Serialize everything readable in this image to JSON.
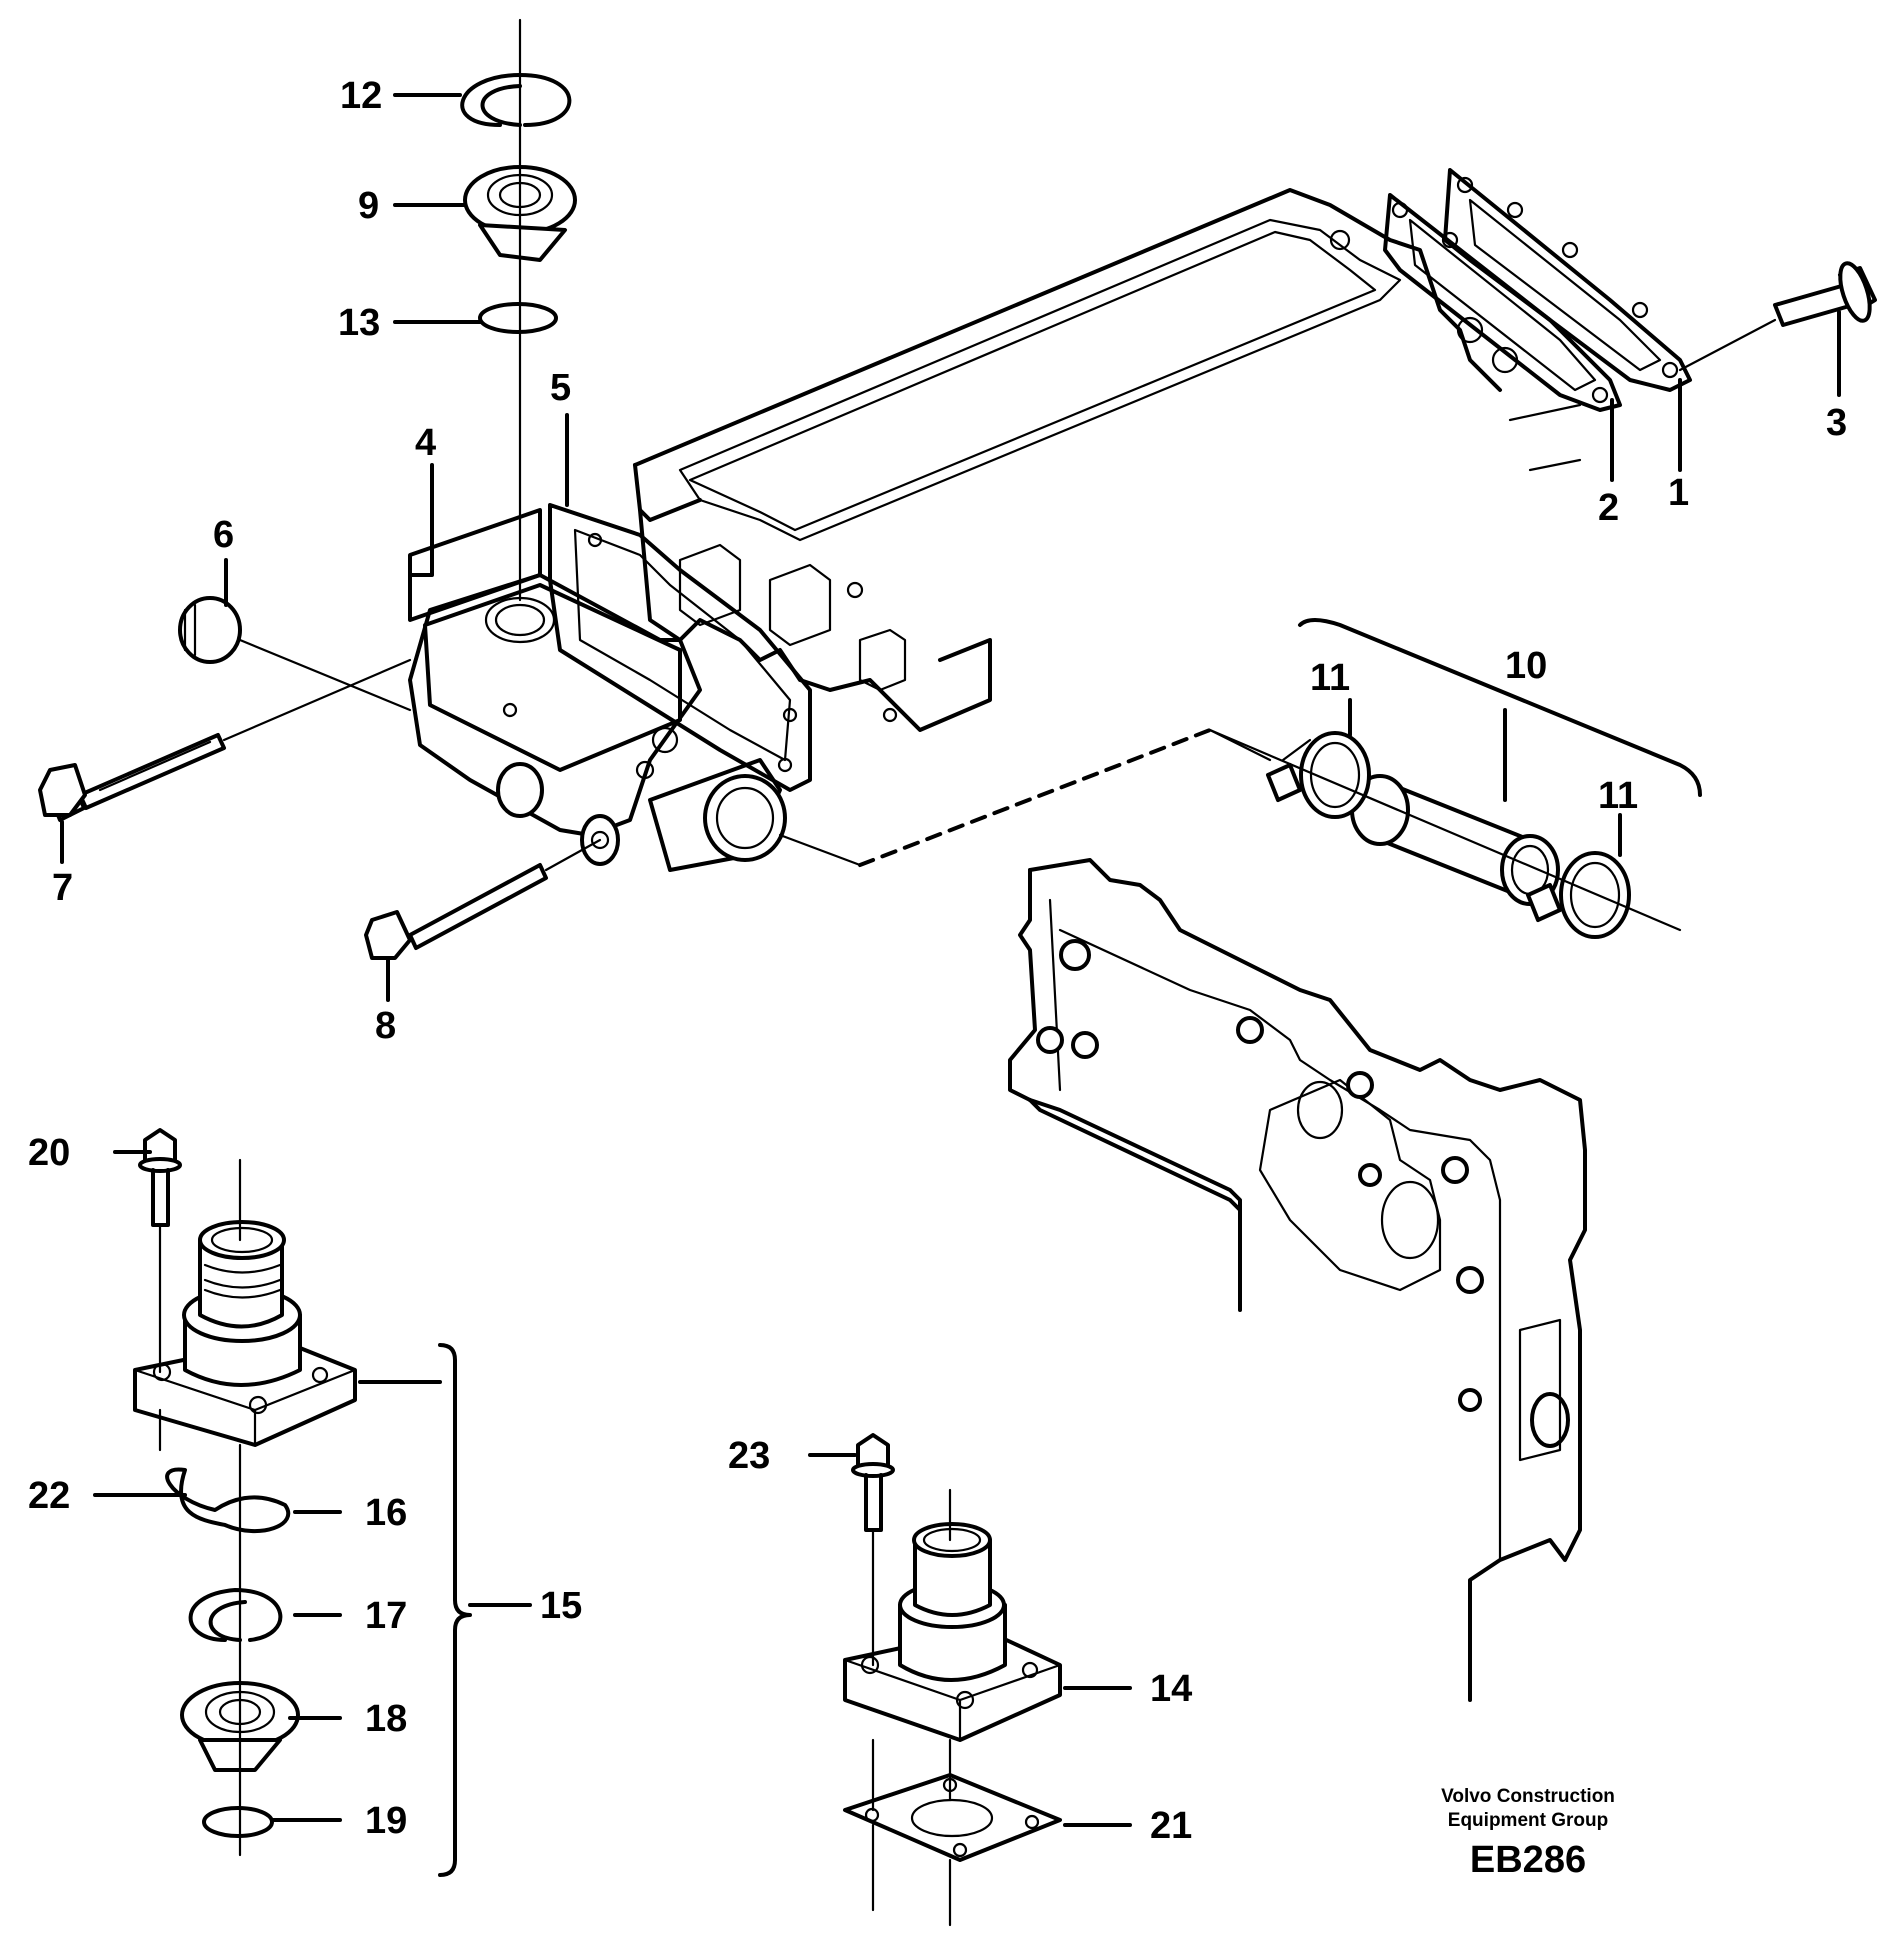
{
  "callouts": {
    "c1": "1",
    "c2": "2",
    "c3": "3",
    "c4": "4",
    "c5": "5",
    "c6": "6",
    "c7": "7",
    "c8": "8",
    "c9": "9",
    "c10": "10",
    "c11a": "11",
    "c11b": "11",
    "c12": "12",
    "c13": "13",
    "c14": "14",
    "c15": "15",
    "c16": "16",
    "c17": "17",
    "c18": "18",
    "c19": "19",
    "c20": "20",
    "c21": "21",
    "c22": "22",
    "c23": "23"
  },
  "credit": {
    "line1": "Volvo Construction",
    "line2": "Equipment Group",
    "code": "EB286"
  }
}
